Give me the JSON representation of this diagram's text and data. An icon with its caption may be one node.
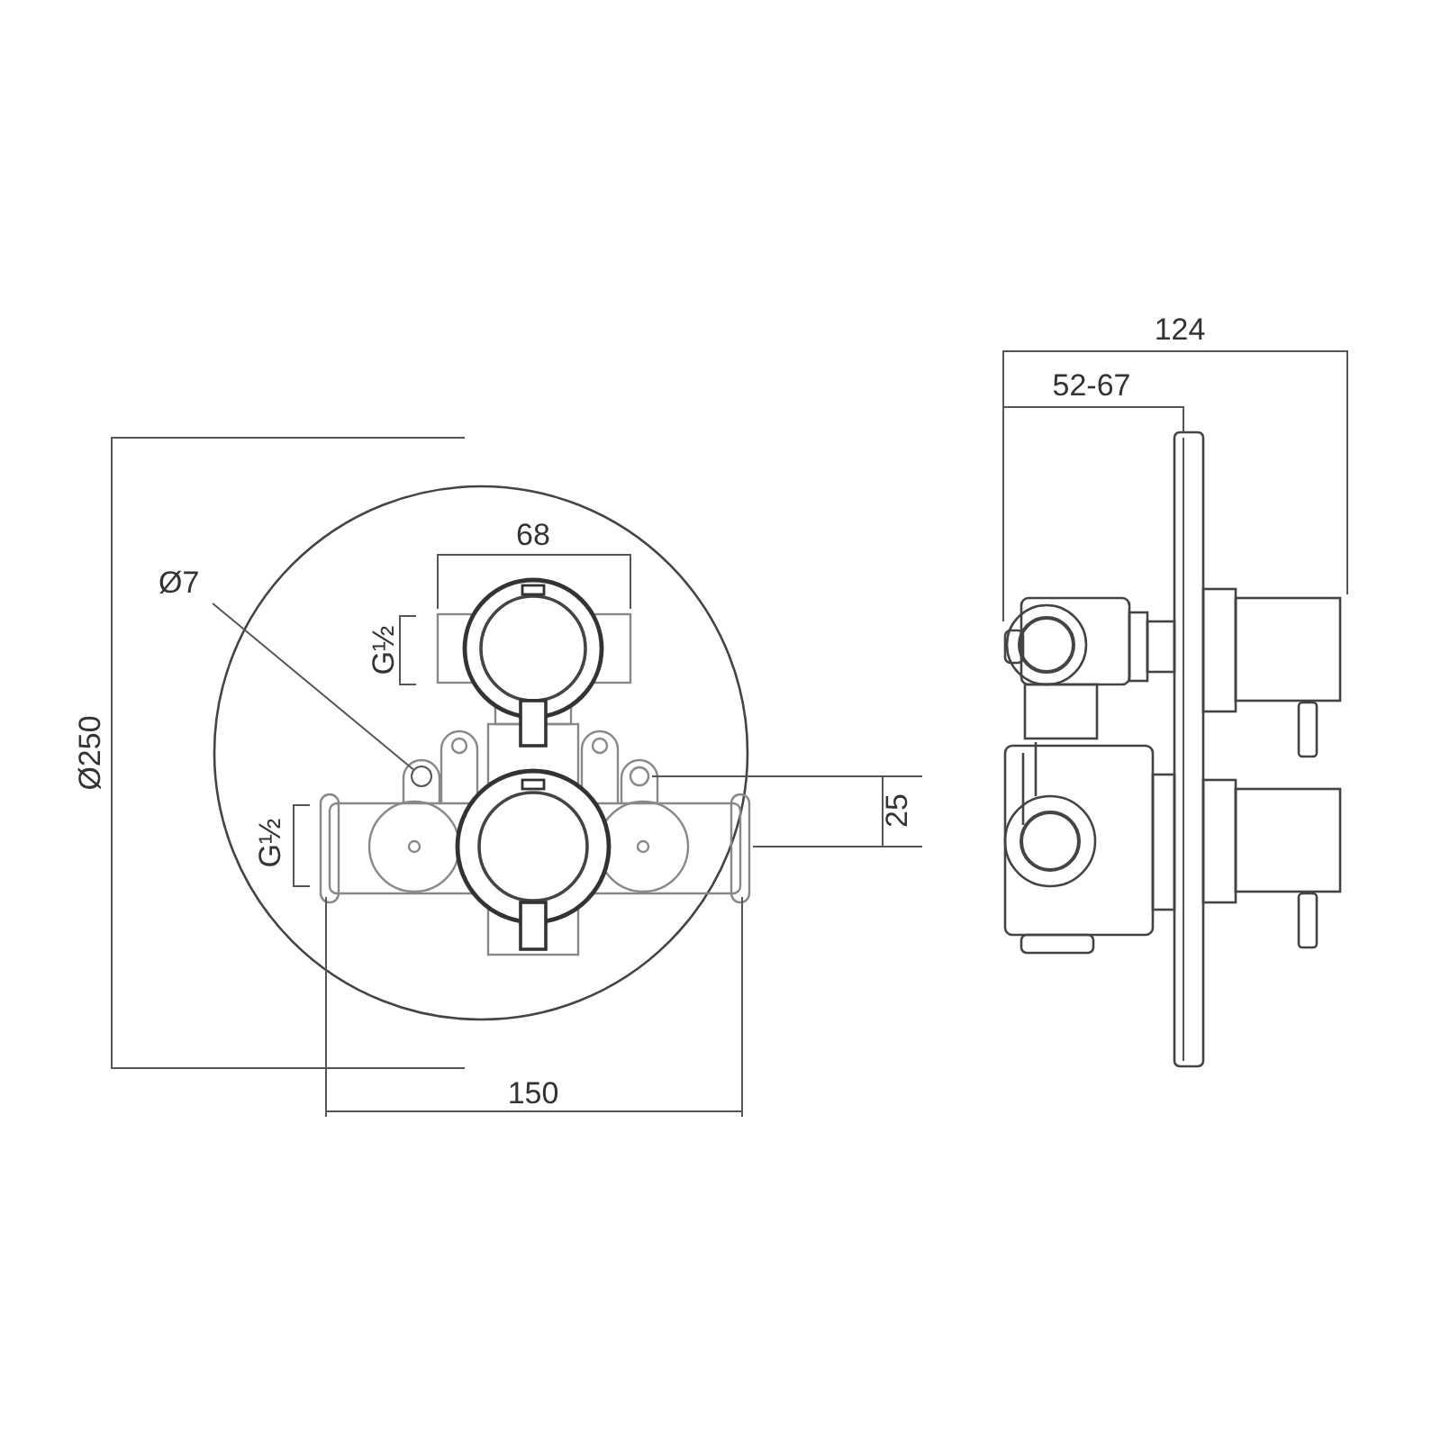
{
  "diagram": {
    "nodes": [
      {
        "text": [
          "Ø7"
        ]
      },
      {
        "text": [],
        "shape": "circle"
      }
    ],
    "edges": [
      {
        "from": 0,
        "to": 1,
        "arrow": "none"
      }
    ],
    "labels": [
      "124",
      "52-67",
      "68",
      "G½",
      "Ø250",
      "G½",
      "25",
      "150"
    ]
  }
}
